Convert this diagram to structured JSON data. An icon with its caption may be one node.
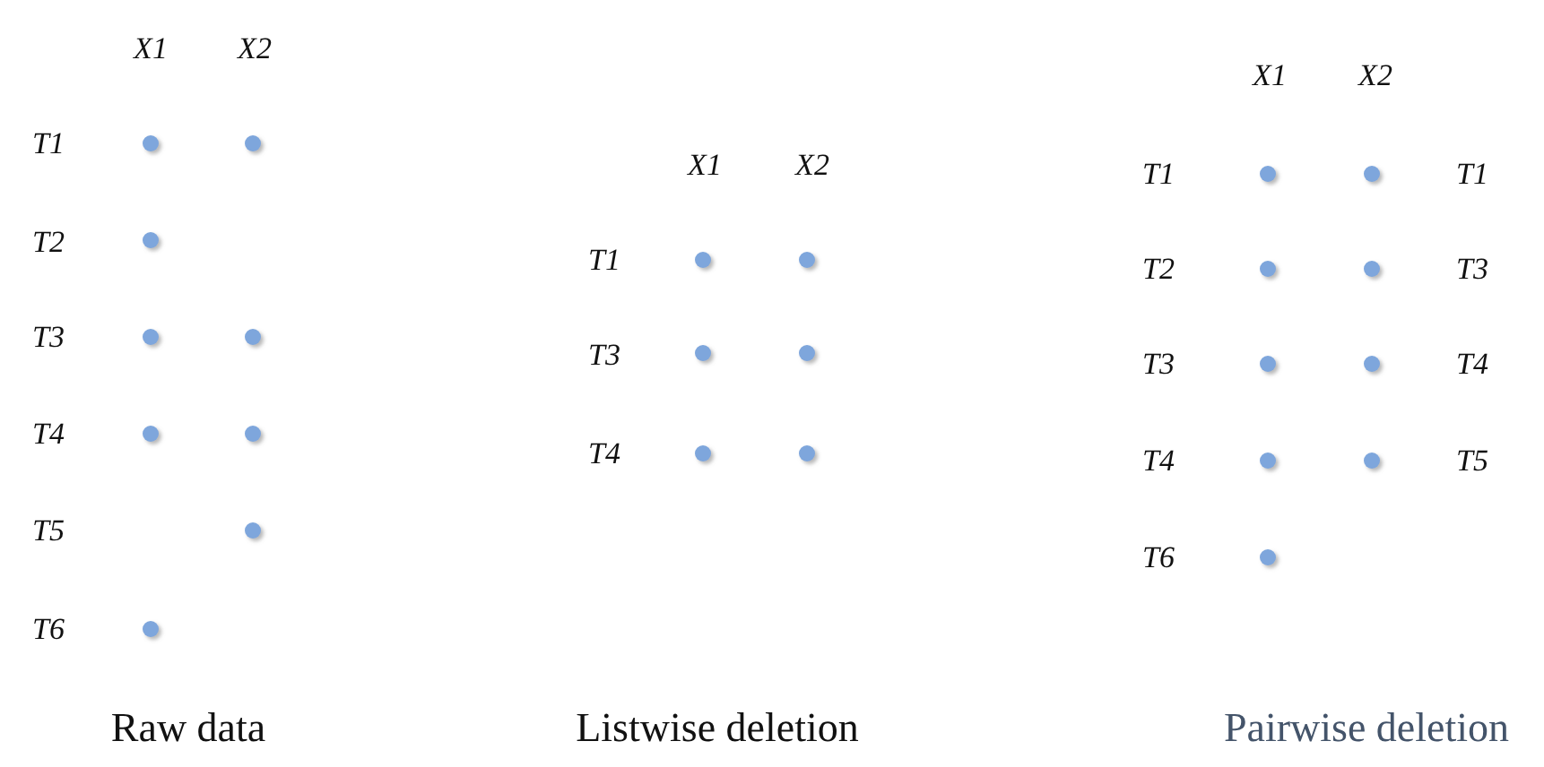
{
  "diagram": {
    "labels": [
      "X1",
      "X2",
      "T1",
      "T2",
      "T3",
      "T4",
      "T5",
      "T6",
      "Raw data",
      "X1",
      "X2",
      "T1",
      "T3",
      "T4",
      "Listwise deletion",
      "X1",
      "X2",
      "T1",
      "T2",
      "T3",
      "T4",
      "T6",
      "T1",
      "T3",
      "T4",
      "T5",
      "Pairwise deletion"
    ]
  }
}
